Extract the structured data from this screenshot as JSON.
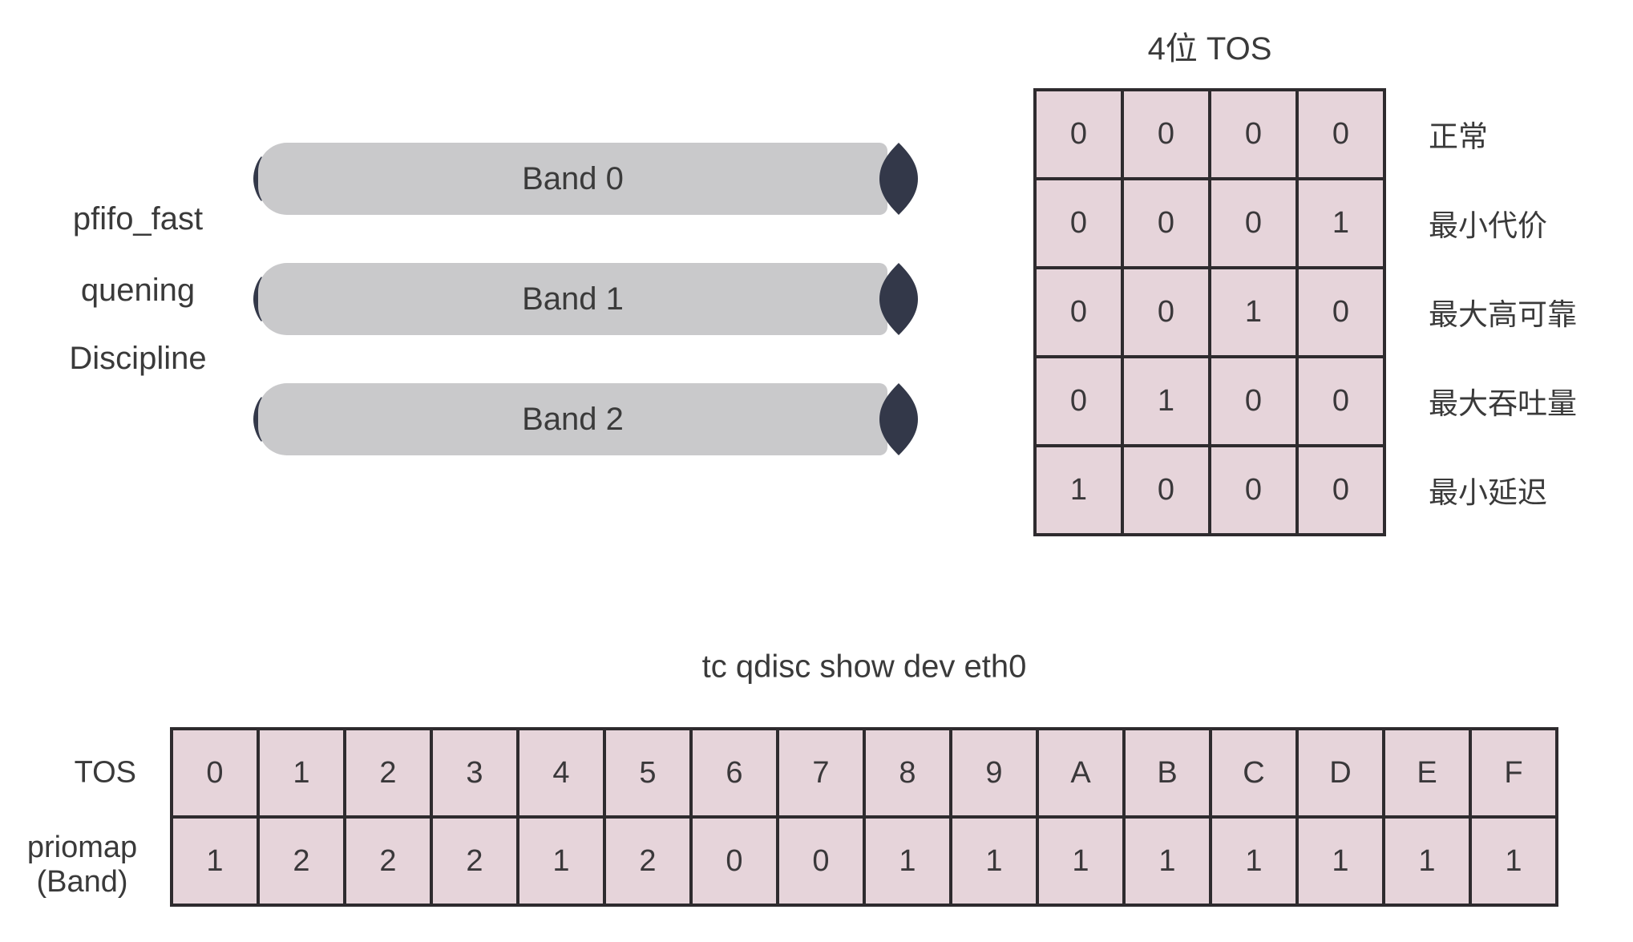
{
  "qdisc_label": {
    "lines": [
      "pfifo_fast",
      "quening",
      "Discipline"
    ]
  },
  "bands": [
    {
      "label": "Band 0"
    },
    {
      "label": "Band 1"
    },
    {
      "label": "Band 2"
    }
  ],
  "tos_table": {
    "title": "4位 TOS",
    "rows": [
      {
        "bits": [
          "0",
          "0",
          "0",
          "0"
        ],
        "label": "正常"
      },
      {
        "bits": [
          "0",
          "0",
          "0",
          "1"
        ],
        "label": "最小代价"
      },
      {
        "bits": [
          "0",
          "0",
          "1",
          "0"
        ],
        "label": "最大高可靠"
      },
      {
        "bits": [
          "0",
          "1",
          "0",
          "0"
        ],
        "label": "最大吞吐量"
      },
      {
        "bits": [
          "1",
          "0",
          "0",
          "0"
        ],
        "label": "最小延迟"
      }
    ]
  },
  "priomap_table": {
    "title": "tc qdisc show dev eth0",
    "row_labels": {
      "tos": "TOS",
      "priomap_line1": "priomap",
      "priomap_line2": "(Band)"
    },
    "tos_values": [
      "0",
      "1",
      "2",
      "3",
      "4",
      "5",
      "6",
      "7",
      "8",
      "9",
      "A",
      "B",
      "C",
      "D",
      "E",
      "F"
    ],
    "priomap_values": [
      "1",
      "2",
      "2",
      "2",
      "1",
      "2",
      "0",
      "0",
      "1",
      "1",
      "1",
      "1",
      "1",
      "1",
      "1",
      "1"
    ]
  },
  "colors": {
    "cell_pink": "#e6d4da",
    "border_dark": "#2e2b2e",
    "pipe_gray": "#c9c9cb",
    "lens_navy": "#333849",
    "text": "#3a3a3a"
  }
}
